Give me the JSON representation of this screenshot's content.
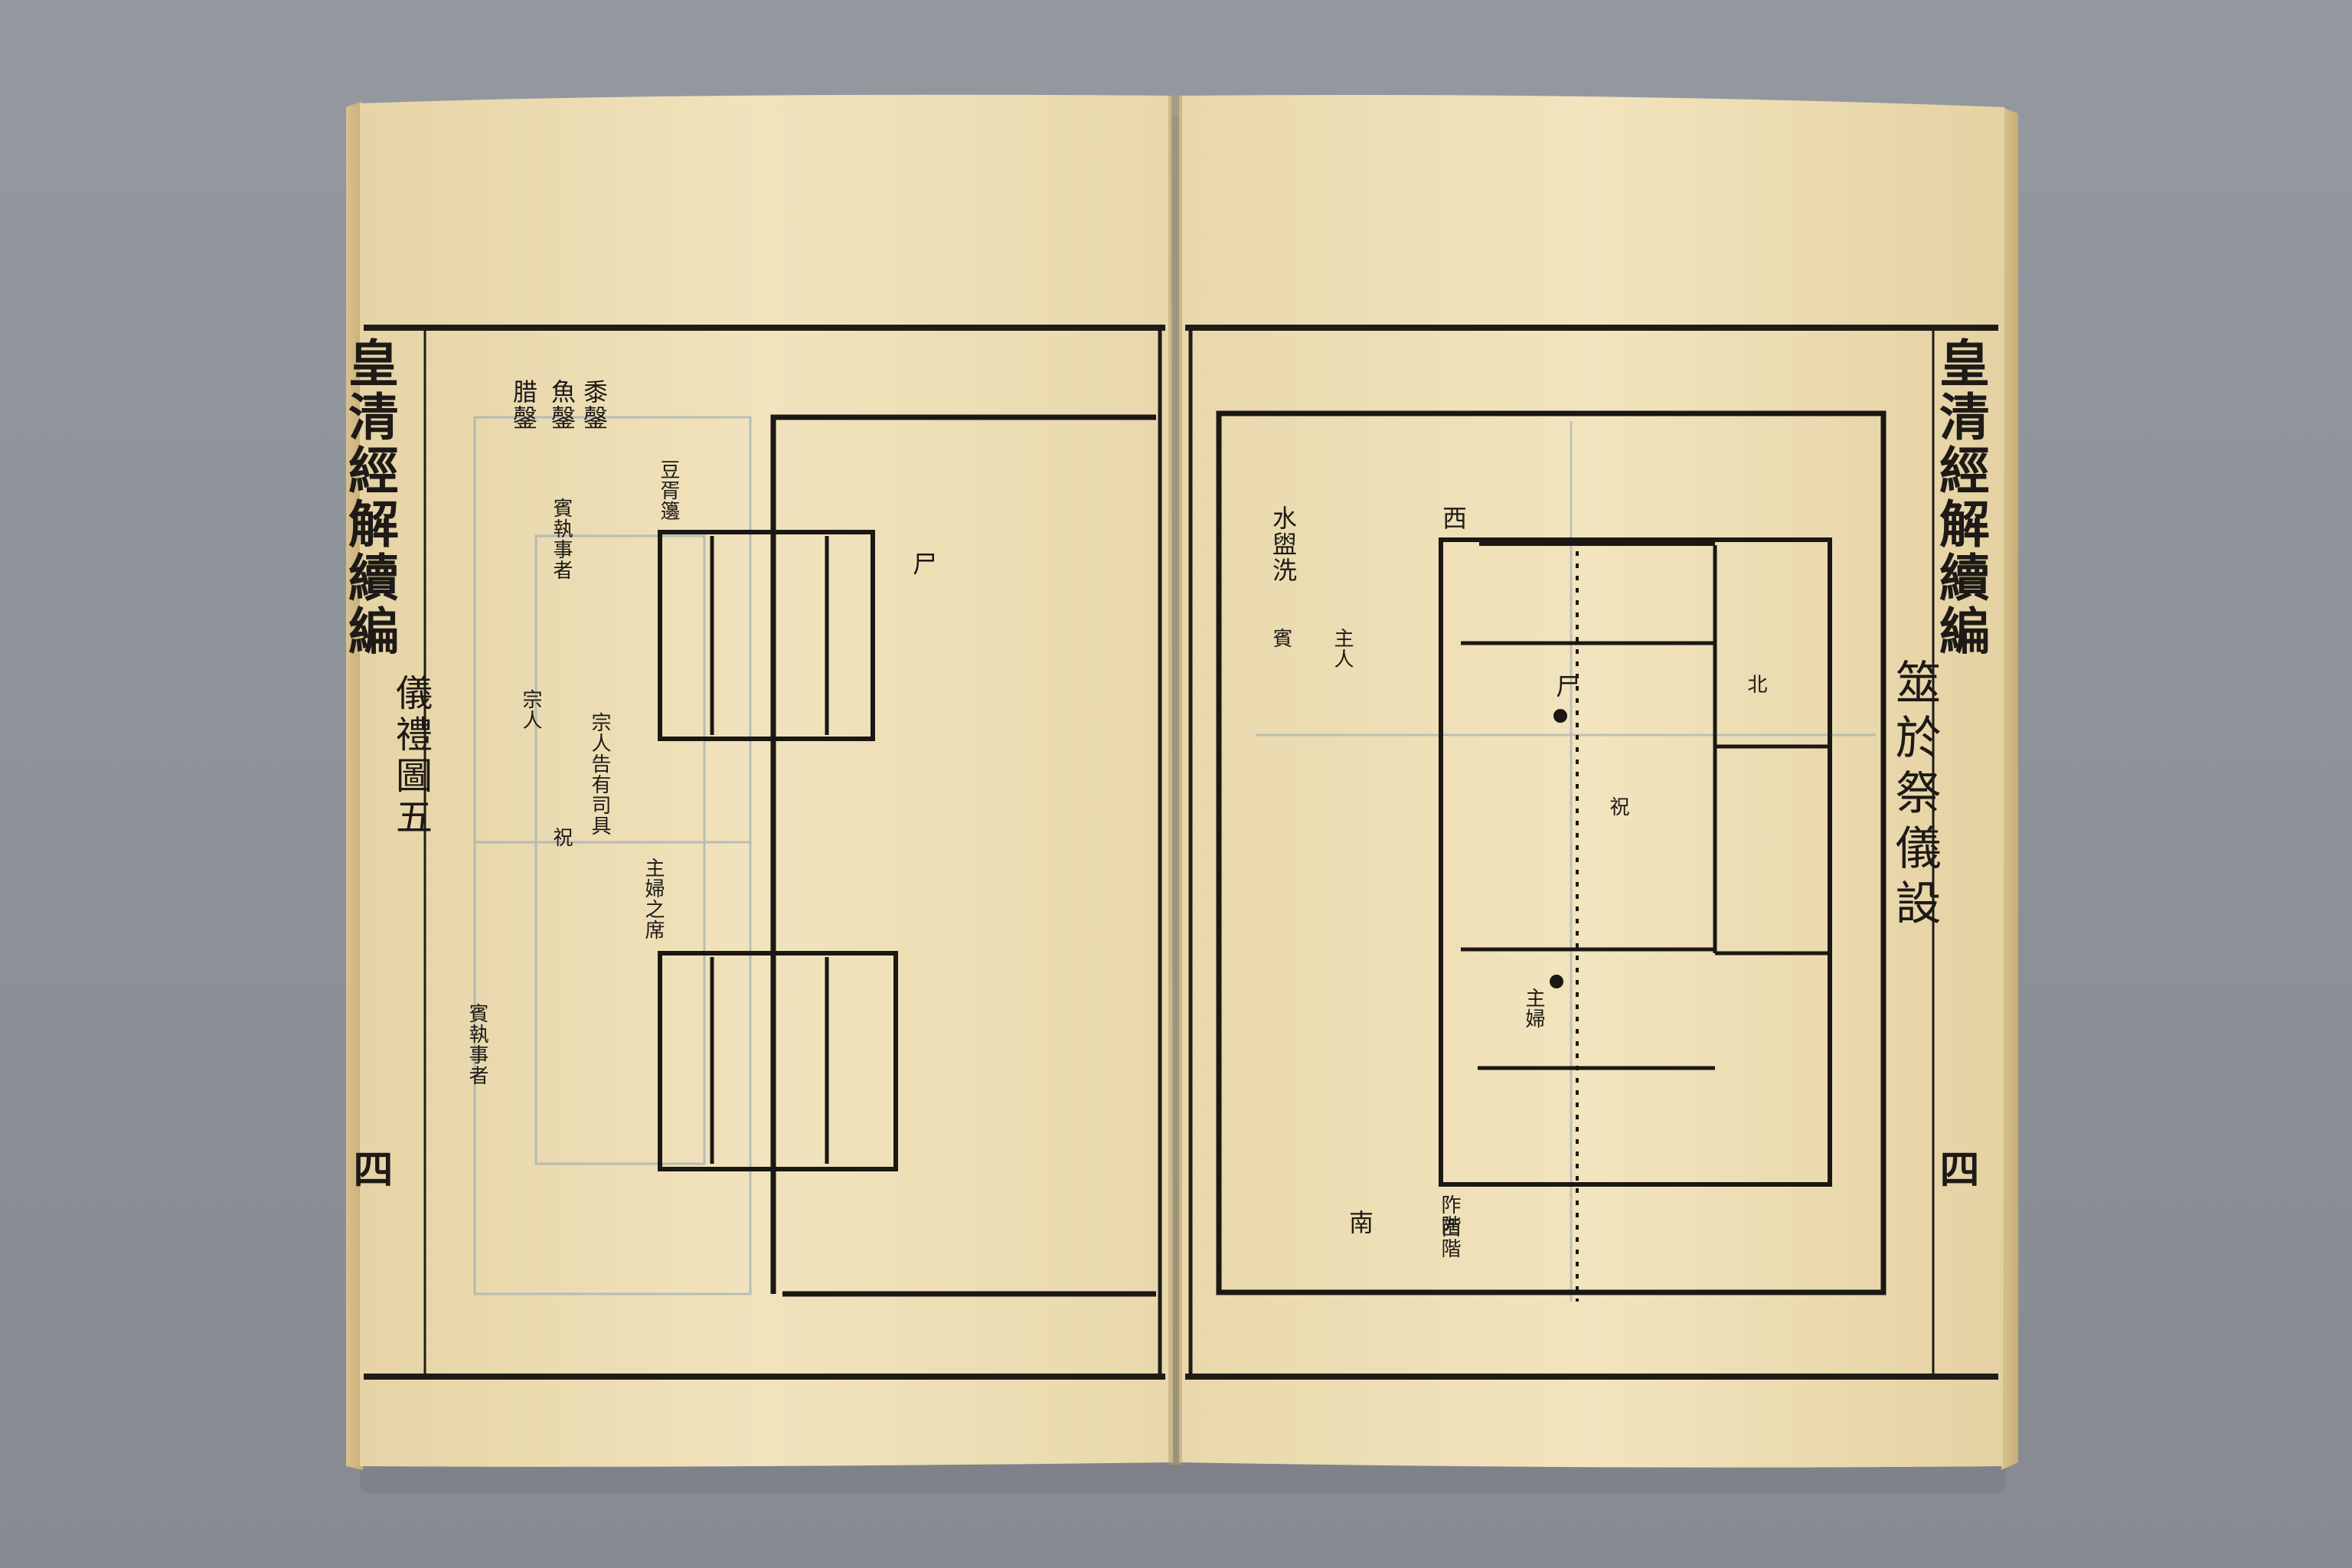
{
  "left_page": {
    "title": "皇清經解續編",
    "subtitle": "儀禮圖五",
    "folio": "四",
    "labels": [
      {
        "id": "l1",
        "text": "黍鏧"
      },
      {
        "id": "l2",
        "text": "魚鏧"
      },
      {
        "id": "l3",
        "text": "腊鏧"
      },
      {
        "id": "l4",
        "text": "豆胥籩"
      },
      {
        "id": "l5",
        "text": "賓執事者"
      },
      {
        "id": "l6",
        "text": "宗人"
      },
      {
        "id": "l7",
        "text": "宗人告有司具"
      },
      {
        "id": "l8",
        "text": "祝"
      },
      {
        "id": "l9",
        "text": "主婦之席"
      },
      {
        "id": "l10",
        "text": "賓執事者"
      },
      {
        "id": "l11",
        "text": "尸"
      }
    ]
  },
  "right_page": {
    "title": "皇清經解續編",
    "subtitle": "筮於祭儀設",
    "folio": "四",
    "labels": [
      {
        "id": "r1",
        "text": "水盥洗"
      },
      {
        "id": "r2",
        "text": "主人"
      },
      {
        "id": "r3",
        "text": "賓"
      },
      {
        "id": "r4",
        "text": "西"
      },
      {
        "id": "r5",
        "text": "北"
      },
      {
        "id": "r6",
        "text": "祝"
      },
      {
        "id": "r7",
        "text": "主婦"
      },
      {
        "id": "r8",
        "text": "阼階"
      },
      {
        "id": "r9",
        "text": "西階"
      },
      {
        "id": "r10",
        "text": "尸"
      },
      {
        "id": "r11",
        "text": "南"
      }
    ]
  }
}
